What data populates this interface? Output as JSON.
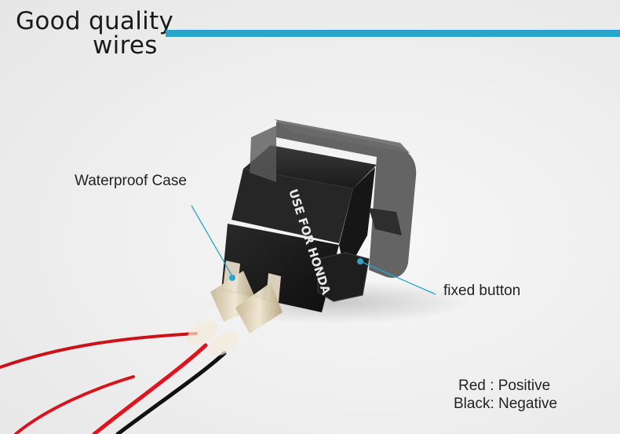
{
  "header": {
    "title_line1": "Good quality",
    "title_line2": "wires",
    "accent_color": "#2aa4cc"
  },
  "product": {
    "embossed_text": "USE FOR HONDA",
    "housing_color": "#1b1b1b",
    "wire_colors": {
      "positive": "#e0141e",
      "negative": "#111111"
    }
  },
  "callouts": {
    "case_label": "Waterproof Case",
    "button_label": "fixed button",
    "leader_color": "#2aa4cc"
  },
  "legend": {
    "red_line": "Red : Positive",
    "black_line": "Black: Negative"
  }
}
